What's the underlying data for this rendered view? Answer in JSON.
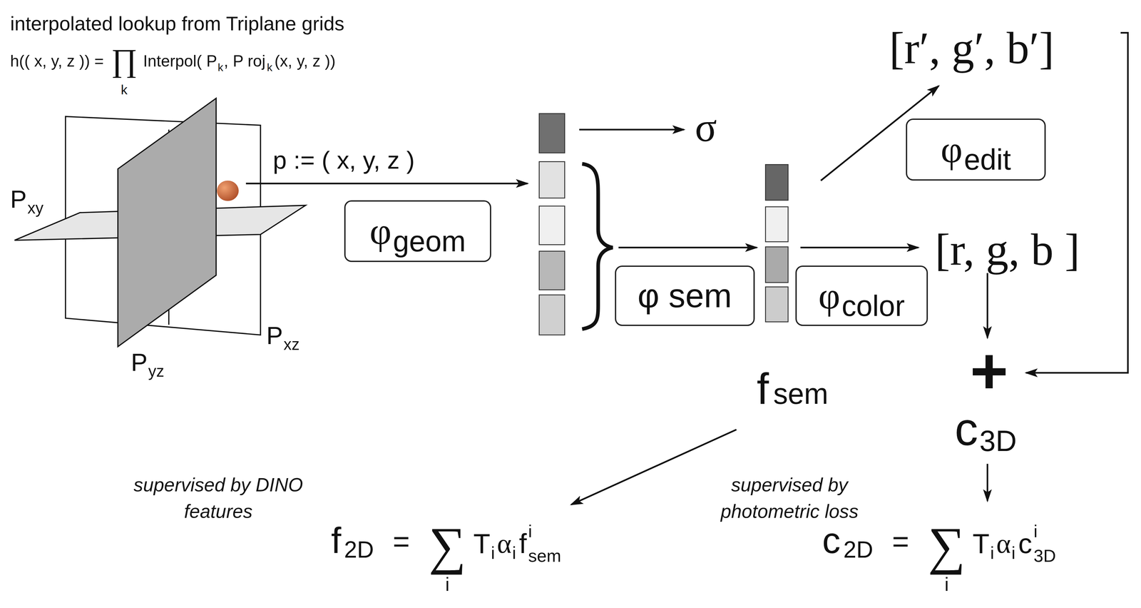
{
  "diagram": {
    "nodes": [
      {
        "text": [
          "φ",
          "geom"
        ]
      },
      {
        "text": [
          "φ sem"
        ]
      },
      {
        "text": [
          "φ",
          "color"
        ]
      },
      {
        "text": [
          "φ",
          "edit"
        ]
      }
    ],
    "labels": [
      "interpolated lookup from Triplane grids",
      "h(( x, y, z )) =",
      "∏",
      "k",
      "Interpol( P",
      "k",
      ", P roj",
      "k",
      "(x, y, z ))",
      "P",
      "xy",
      "P",
      "yz",
      "P",
      "xz",
      "p := ( x, y, z )",
      "σ",
      "[r′, g′, b′]",
      "[r, g, b ]",
      "+",
      "c",
      "3D",
      "f",
      "sem",
      "supervised by DINO features",
      "supervised by photometric loss",
      "f",
      "2D",
      "=",
      "∑",
      "i",
      "T",
      "i",
      "α",
      "i",
      "f",
      "i",
      "sem",
      "c",
      "2D",
      "=",
      "∑",
      "i",
      "T",
      "i",
      "α",
      "i",
      "c",
      "i",
      "3D"
    ]
  }
}
